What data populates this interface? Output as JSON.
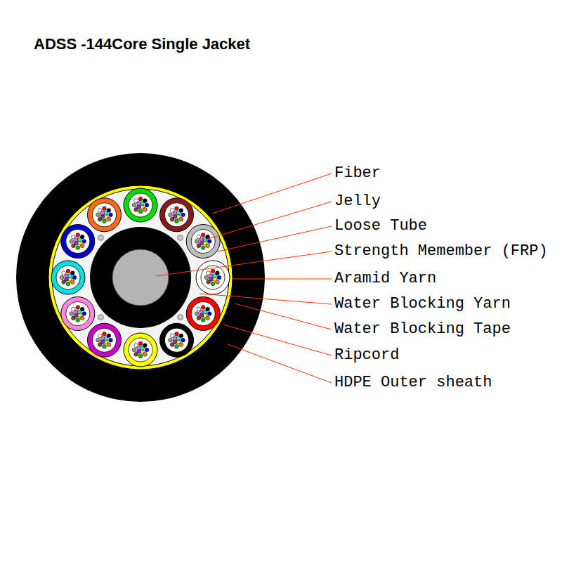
{
  "diagram": {
    "title": "ADSS -144Core Single Jacket",
    "labels": [
      "Fiber",
      "Jelly",
      "Loose Tube",
      "Strength Memember (FRP)",
      "Aramid Yarn",
      "Water Blocking Yarn",
      "Water Blocking Tape",
      "Ripcord",
      "HDPE Outer sheath"
    ]
  }
}
